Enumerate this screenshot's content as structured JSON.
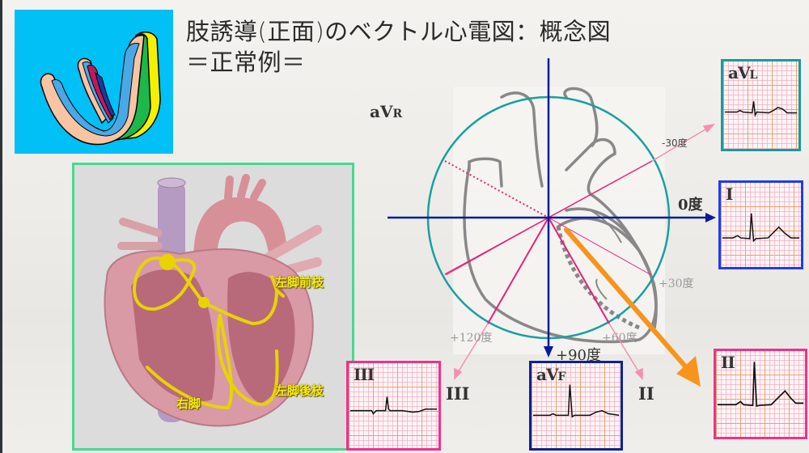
{
  "title": {
    "line1": "肢誘導(正面)のベクトル心電図：概念図",
    "line2": "＝正常例＝"
  },
  "colors": {
    "embryo_bg": "#00c0f6",
    "heart_box_border": "#48d88f",
    "axis_blue": "#0a1a9a",
    "circle_teal": "#17a0a0",
    "lead_lines_pink": "#e8207a",
    "arrow_orange": "#f7941d",
    "aVL_border": "#1a9a9a",
    "I_border": "#1e3cf0",
    "II_border": "#f0308c",
    "III_border": "#f0308c",
    "aVF_border": "#102090"
  },
  "anatomy_labels": {
    "left_anterior_fascicle": "左脚前枝",
    "left_posterior_fascicle": "左脚後枝",
    "right_bundle_branch": "右脚"
  },
  "axis_labels": {
    "aVR": {
      "main": "aV",
      "sub": "R"
    },
    "deg_minus30": "-30度",
    "deg_0": "0度",
    "deg_plus30": "+30度",
    "deg_plus60": "+60度",
    "deg_plus90": "+90度",
    "deg_plus120": "+120度",
    "lead_I_side": "I",
    "lead_II_side": "II",
    "lead_III_side": "III"
  },
  "ecg_panels": {
    "aVL": {
      "main": "aV",
      "sub": "L"
    },
    "I": {
      "main": "I",
      "sub": ""
    },
    "II": {
      "main": "II",
      "sub": ""
    },
    "III": {
      "main": "III",
      "sub": ""
    },
    "aVF": {
      "main": "aV",
      "sub": "F"
    }
  }
}
